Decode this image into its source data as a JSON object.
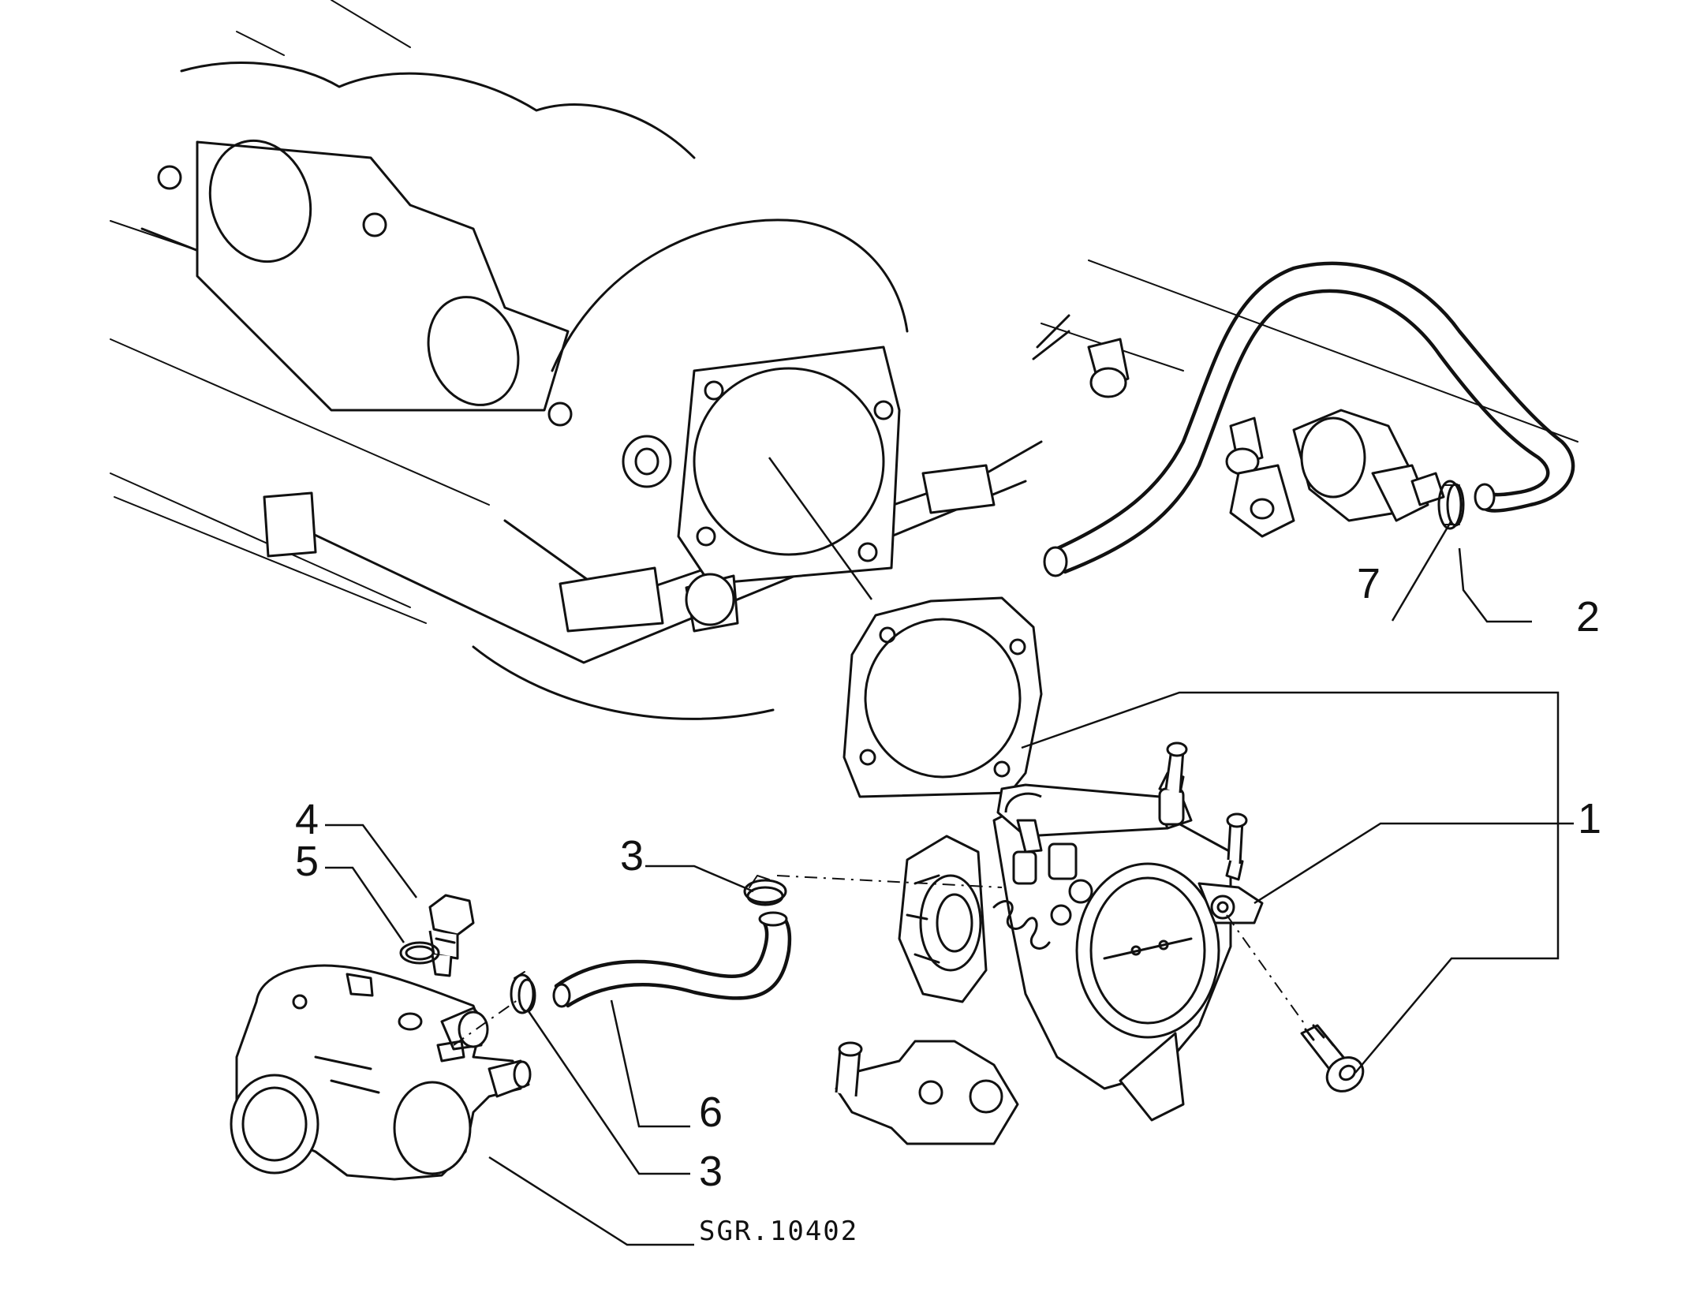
{
  "callouts": {
    "c1": "1",
    "c2": "2",
    "c3a": "3",
    "c3b": "3",
    "c4": "4",
    "c5": "5",
    "c6": "6",
    "c7": "7"
  },
  "reference": "SGR.10402"
}
